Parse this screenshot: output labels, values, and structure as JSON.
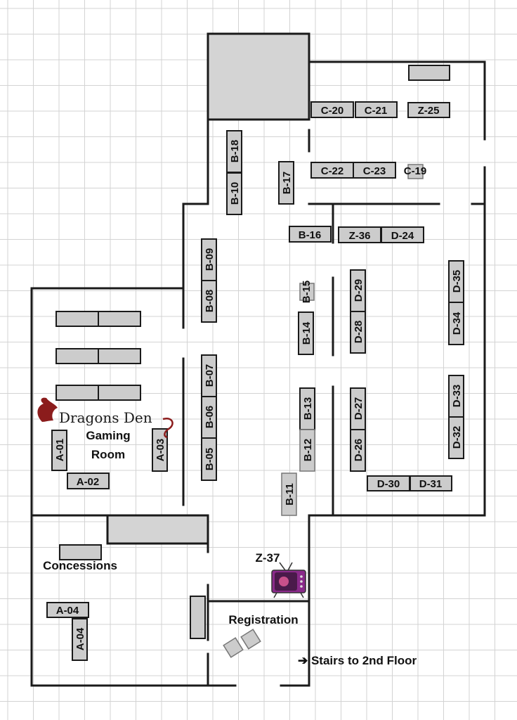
{
  "colors": {
    "table_fill": "#cccccc",
    "wall": "#1a1a1a",
    "grid": "#d3d3d3",
    "logo_red": "#8b1c1c",
    "tv_purple": "#8a2a8a"
  },
  "icons": {
    "logo": "dragon-icon",
    "tv": "television-icon",
    "arrow": "arrow-right-icon"
  },
  "areas": {
    "gaming_logo": "Dragons Den",
    "gaming_line1": "Gaming",
    "gaming_line2": "Room",
    "concessions": "Concessions",
    "registration": "Registration",
    "stairs": "➔ Stairs to 2nd Floor"
  },
  "tables": {
    "A01": "A-01",
    "A02": "A-02",
    "A03": "A-03",
    "A04a": "A-04",
    "A04b": "A-04",
    "B05": "B-05",
    "B06": "B-06",
    "B07": "B-07",
    "B08": "B-08",
    "B09": "B-09",
    "B10": "B-10",
    "B11": "B-11",
    "B12": "B-12",
    "B13": "B-13",
    "B14": "B-14",
    "B15": "B-15",
    "B16": "B-16",
    "B17": "B-17",
    "B18": "B-18",
    "C19": "C-19",
    "C20": "C-20",
    "C21": "C-21",
    "C22": "C-22",
    "C23": "C-23",
    "D24": "D-24",
    "D26": "D-26",
    "D27": "D-27",
    "D28": "D-28",
    "D29": "D-29",
    "D30": "D-30",
    "D31": "D-31",
    "D32": "D-32",
    "D33": "D-33",
    "D34": "D-34",
    "D35": "D-35",
    "Z25": "Z-25",
    "Z36": "Z-36",
    "Z37": "Z-37"
  }
}
